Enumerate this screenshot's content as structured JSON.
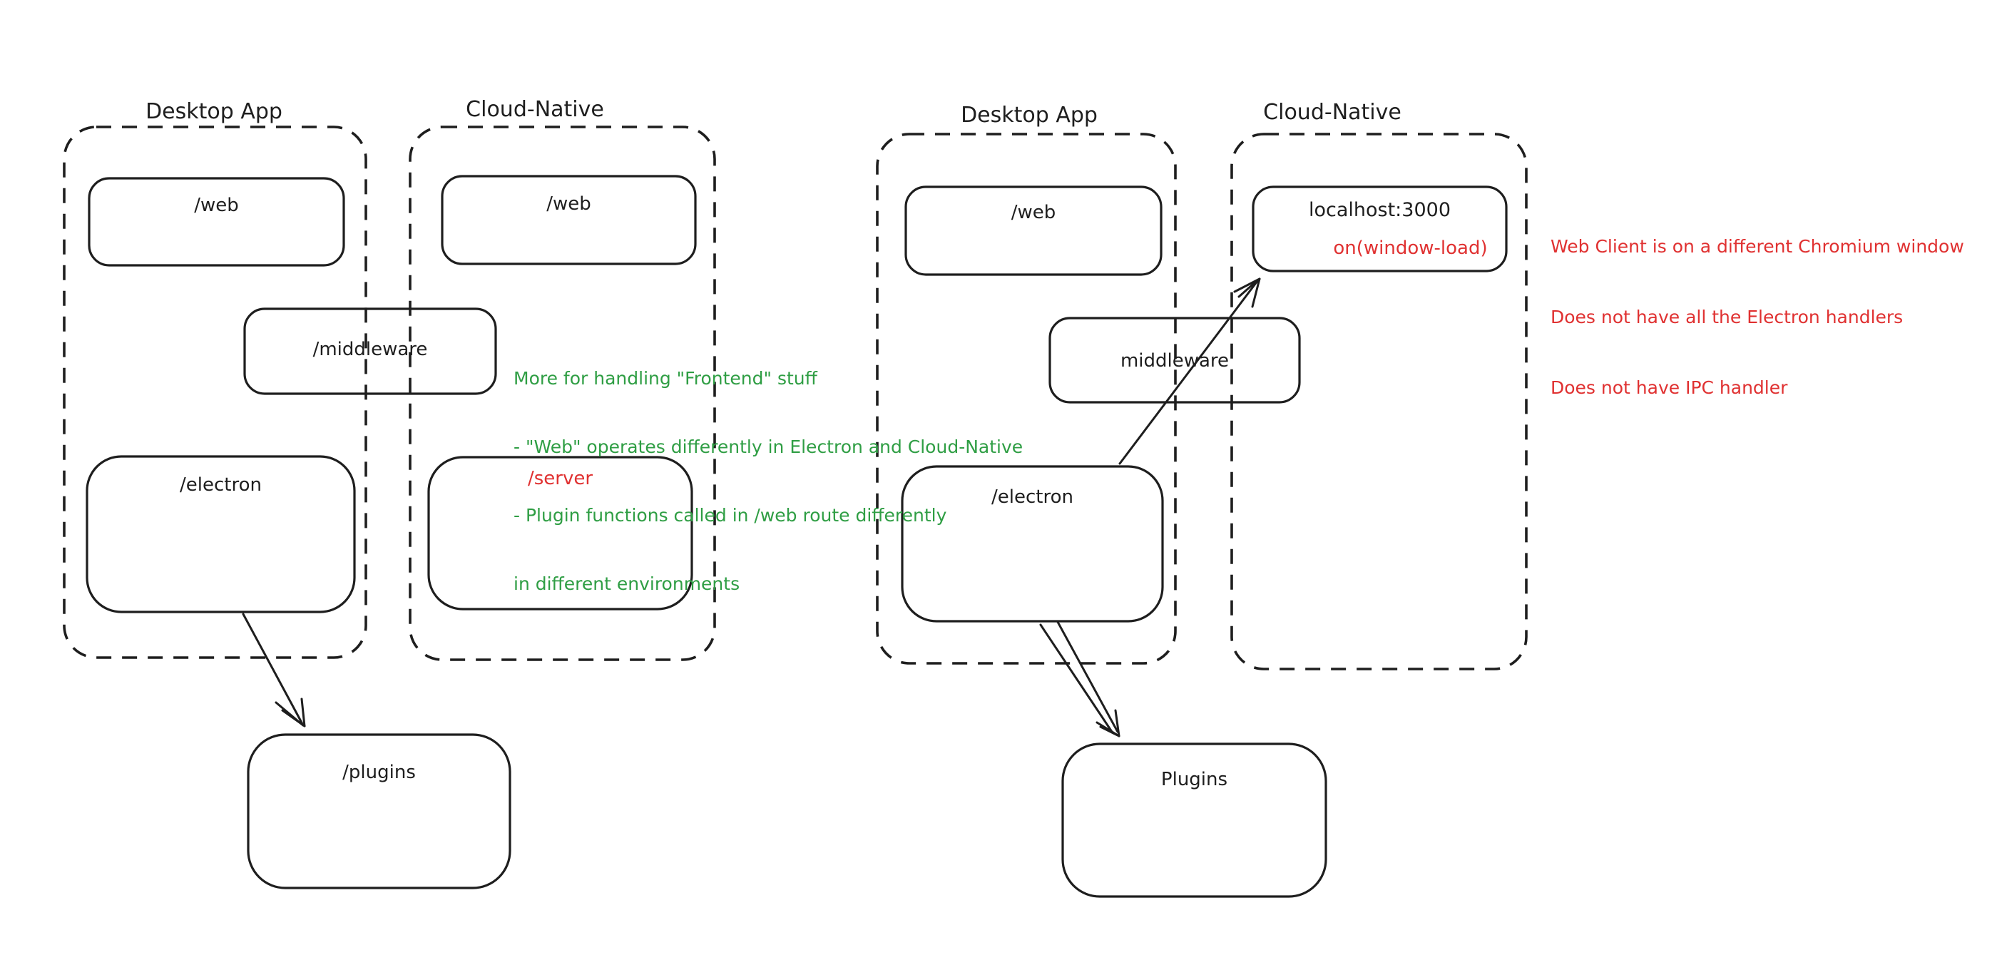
{
  "colors": {
    "stroke": "#1e1e1e",
    "green": "#2f9e44",
    "red": "#e03131",
    "canvas": "#ffffff"
  },
  "diagram1": {
    "desktop_group_label": "Desktop App",
    "cloud_group_label": "Cloud-Native",
    "web_desktop_box": "/web",
    "web_cloud_box": "/web",
    "middleware_box": "/middleware",
    "electron_box": "/electron",
    "server_box": "/server",
    "plugins_box": "/plugins"
  },
  "diagram2": {
    "desktop_group_label": "Desktop App",
    "cloud_group_label": "Cloud-Native",
    "web_desktop_box": "/web",
    "localhost_box": "localhost:3000",
    "localhost_event": "on(window-load)",
    "middleware_box": "middleware",
    "electron_box": "/electron",
    "plugins_box": "Plugins"
  },
  "notes": {
    "green_note": {
      "lines": [
        "More for handling \"Frontend\" stuff",
        "- \"Web\" operates differently in Electron and Cloud-Native",
        "- Plugin functions called in /web route differently",
        "in different environments"
      ]
    },
    "red_note": {
      "lines": [
        "Web Client is on a different Chromium window",
        "Does not have all the Electron handlers",
        "Does not have IPC handler"
      ]
    }
  }
}
